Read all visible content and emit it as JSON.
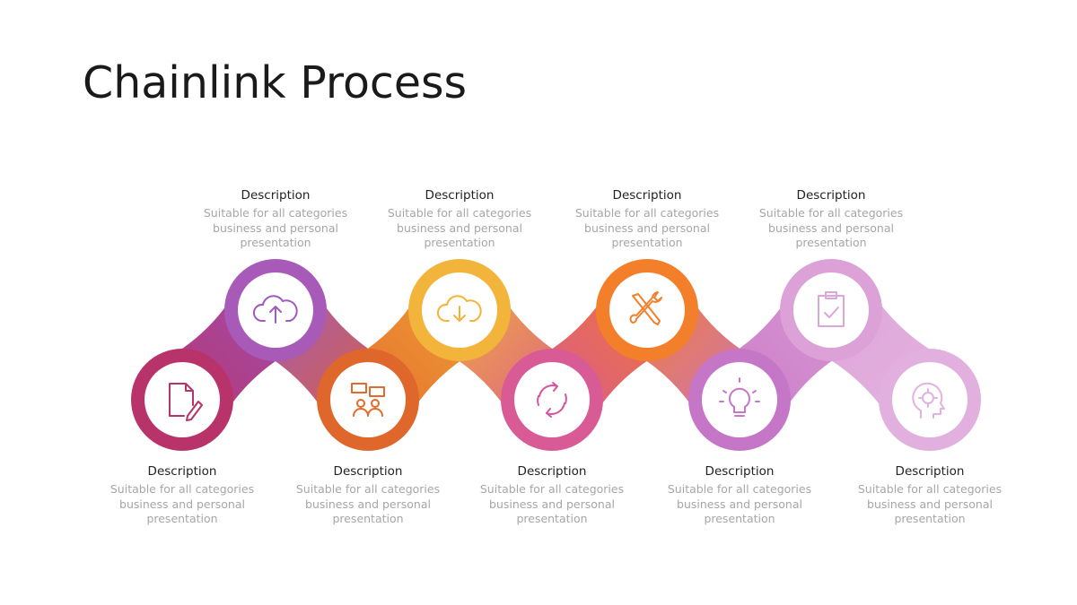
{
  "title": "Chainlink Process",
  "steps": [
    {
      "heading": "Description",
      "body": "Suitable for all categories business and personal presentation",
      "icon": "document-edit-icon",
      "color": "#b8336a",
      "label_pos": "bottom"
    },
    {
      "heading": "Description",
      "body": "Suitable for all categories business and personal presentation",
      "icon": "cloud-upload-icon",
      "color": "#9f5bc0",
      "label_pos": "top"
    },
    {
      "heading": "Description",
      "body": "Suitable for all categories business and personal presentation",
      "icon": "meeting-icon",
      "color": "#e26a2c",
      "label_pos": "bottom"
    },
    {
      "heading": "Description",
      "body": "Suitable for all categories business and personal presentation",
      "icon": "cloud-download-icon",
      "color": "#f4b43a",
      "label_pos": "top"
    },
    {
      "heading": "Description",
      "body": "Suitable for all categories business and personal presentation",
      "icon": "refresh-icon",
      "color": "#d4569e",
      "label_pos": "bottom"
    },
    {
      "heading": "Description",
      "body": "Suitable for all categories business and personal presentation",
      "icon": "tools-icon",
      "color": "#f47f2a",
      "label_pos": "top"
    },
    {
      "heading": "Description",
      "body": "Suitable for all categories business and personal presentation",
      "icon": "lightbulb-icon",
      "color": "#c878c8",
      "label_pos": "bottom"
    },
    {
      "heading": "Description",
      "body": "Suitable for all categories business and personal presentation",
      "icon": "clipboard-check-icon",
      "color": "#dea6d8",
      "label_pos": "top"
    },
    {
      "heading": "Description",
      "body": "Suitable for all categories business and personal presentation",
      "icon": "head-gear-icon",
      "color": "#e3b2e0",
      "label_pos": "bottom"
    }
  ]
}
